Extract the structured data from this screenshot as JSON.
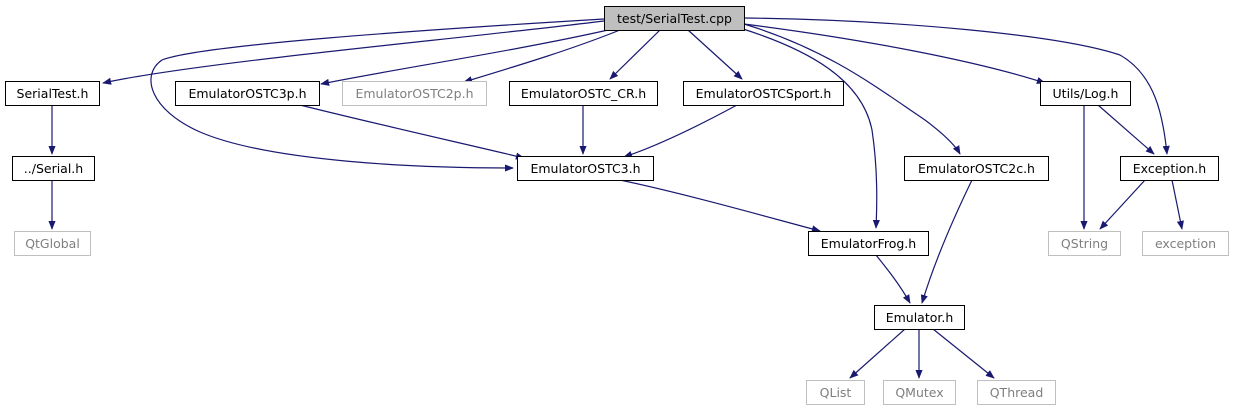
{
  "colors": {
    "edge": "#191970",
    "root_fill": "#bfbfbf",
    "node_fill": "#ffffff",
    "node_border": "#000000",
    "external_border": "#bfbfbf",
    "external_text": "#7f7f7f",
    "text": "#000000"
  },
  "nodes": [
    {
      "id": "serialtest_cpp",
      "label": "test/SerialTest.cpp",
      "kind": "root"
    },
    {
      "id": "serialtest_h",
      "label": "SerialTest.h",
      "kind": "file"
    },
    {
      "id": "serial_h",
      "label": "../Serial.h",
      "kind": "file"
    },
    {
      "id": "qtglobal",
      "label": "QtGlobal",
      "kind": "external"
    },
    {
      "id": "ostc3p_h",
      "label": "EmulatorOSTC3p.h",
      "kind": "file"
    },
    {
      "id": "ostc2p_h",
      "label": "EmulatorOSTC2p.h",
      "kind": "external"
    },
    {
      "id": "ostccr_h",
      "label": "EmulatorOSTC_CR.h",
      "kind": "file"
    },
    {
      "id": "ostcsport_h",
      "label": "EmulatorOSTCSport.h",
      "kind": "file"
    },
    {
      "id": "ostc3_h",
      "label": "EmulatorOSTC3.h",
      "kind": "file"
    },
    {
      "id": "ostc2c_h",
      "label": "EmulatorOSTC2c.h",
      "kind": "file"
    },
    {
      "id": "frog_h",
      "label": "EmulatorFrog.h",
      "kind": "file"
    },
    {
      "id": "emulator_h",
      "label": "Emulator.h",
      "kind": "file"
    },
    {
      "id": "qlist",
      "label": "QList",
      "kind": "external"
    },
    {
      "id": "qmutex",
      "label": "QMutex",
      "kind": "external"
    },
    {
      "id": "qthread",
      "label": "QThread",
      "kind": "external"
    },
    {
      "id": "log_h",
      "label": "Utils/Log.h",
      "kind": "file"
    },
    {
      "id": "exception_h",
      "label": "Exception.h",
      "kind": "file"
    },
    {
      "id": "qstring",
      "label": "QString",
      "kind": "external"
    },
    {
      "id": "exception",
      "label": "exception",
      "kind": "external"
    }
  ],
  "edges": [
    {
      "from": "serialtest_cpp",
      "to": "serialtest_h"
    },
    {
      "from": "serialtest_cpp",
      "to": "ostc3_h"
    },
    {
      "from": "serialtest_cpp",
      "to": "ostc3p_h"
    },
    {
      "from": "serialtest_cpp",
      "to": "ostc2p_h"
    },
    {
      "from": "serialtest_cpp",
      "to": "ostccr_h"
    },
    {
      "from": "serialtest_cpp",
      "to": "ostcsport_h"
    },
    {
      "from": "serialtest_cpp",
      "to": "frog_h"
    },
    {
      "from": "serialtest_cpp",
      "to": "ostc2c_h"
    },
    {
      "from": "serialtest_cpp",
      "to": "log_h"
    },
    {
      "from": "serialtest_cpp",
      "to": "exception_h"
    },
    {
      "from": "serialtest_h",
      "to": "serial_h"
    },
    {
      "from": "serial_h",
      "to": "qtglobal"
    },
    {
      "from": "ostc3p_h",
      "to": "ostc3_h"
    },
    {
      "from": "ostccr_h",
      "to": "ostc3_h"
    },
    {
      "from": "ostcsport_h",
      "to": "ostc3_h"
    },
    {
      "from": "ostc3_h",
      "to": "frog_h"
    },
    {
      "from": "frog_h",
      "to": "emulator_h"
    },
    {
      "from": "ostc2c_h",
      "to": "emulator_h"
    },
    {
      "from": "emulator_h",
      "to": "qlist"
    },
    {
      "from": "emulator_h",
      "to": "qmutex"
    },
    {
      "from": "emulator_h",
      "to": "qthread"
    },
    {
      "from": "log_h",
      "to": "exception_h"
    },
    {
      "from": "log_h",
      "to": "qstring"
    },
    {
      "from": "exception_h",
      "to": "qstring"
    },
    {
      "from": "exception_h",
      "to": "exception"
    }
  ]
}
